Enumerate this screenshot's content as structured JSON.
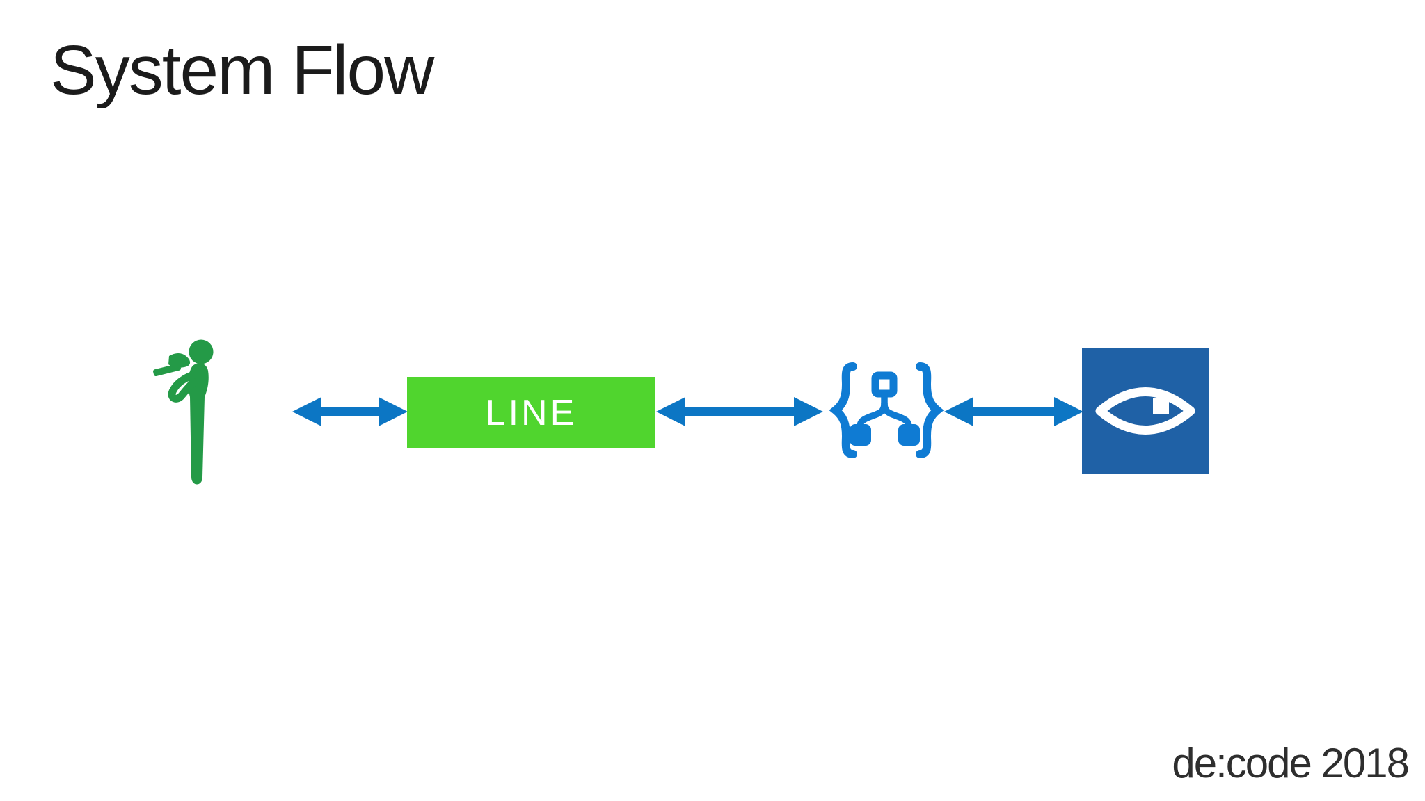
{
  "slide": {
    "title": "System Flow",
    "footer": "de:code 2018",
    "background": "#ffffff",
    "title_color": "#1b1b1b"
  },
  "diagram": {
    "user": {
      "icon": "person-reading-phone-icon",
      "color": "#249A47"
    },
    "line": {
      "label": "LINE",
      "bg": "#50D52E",
      "label_color": "#ffffff"
    },
    "logic_app": {
      "icon": "curly-braces-workflow-icon",
      "color": "#0F7BD3"
    },
    "computer_vision": {
      "icon": "eye-icon",
      "bg": "#1F61A6",
      "fg": "#ffffff"
    },
    "arrow": {
      "type": "double-headed",
      "color": "#0C76C4"
    }
  }
}
